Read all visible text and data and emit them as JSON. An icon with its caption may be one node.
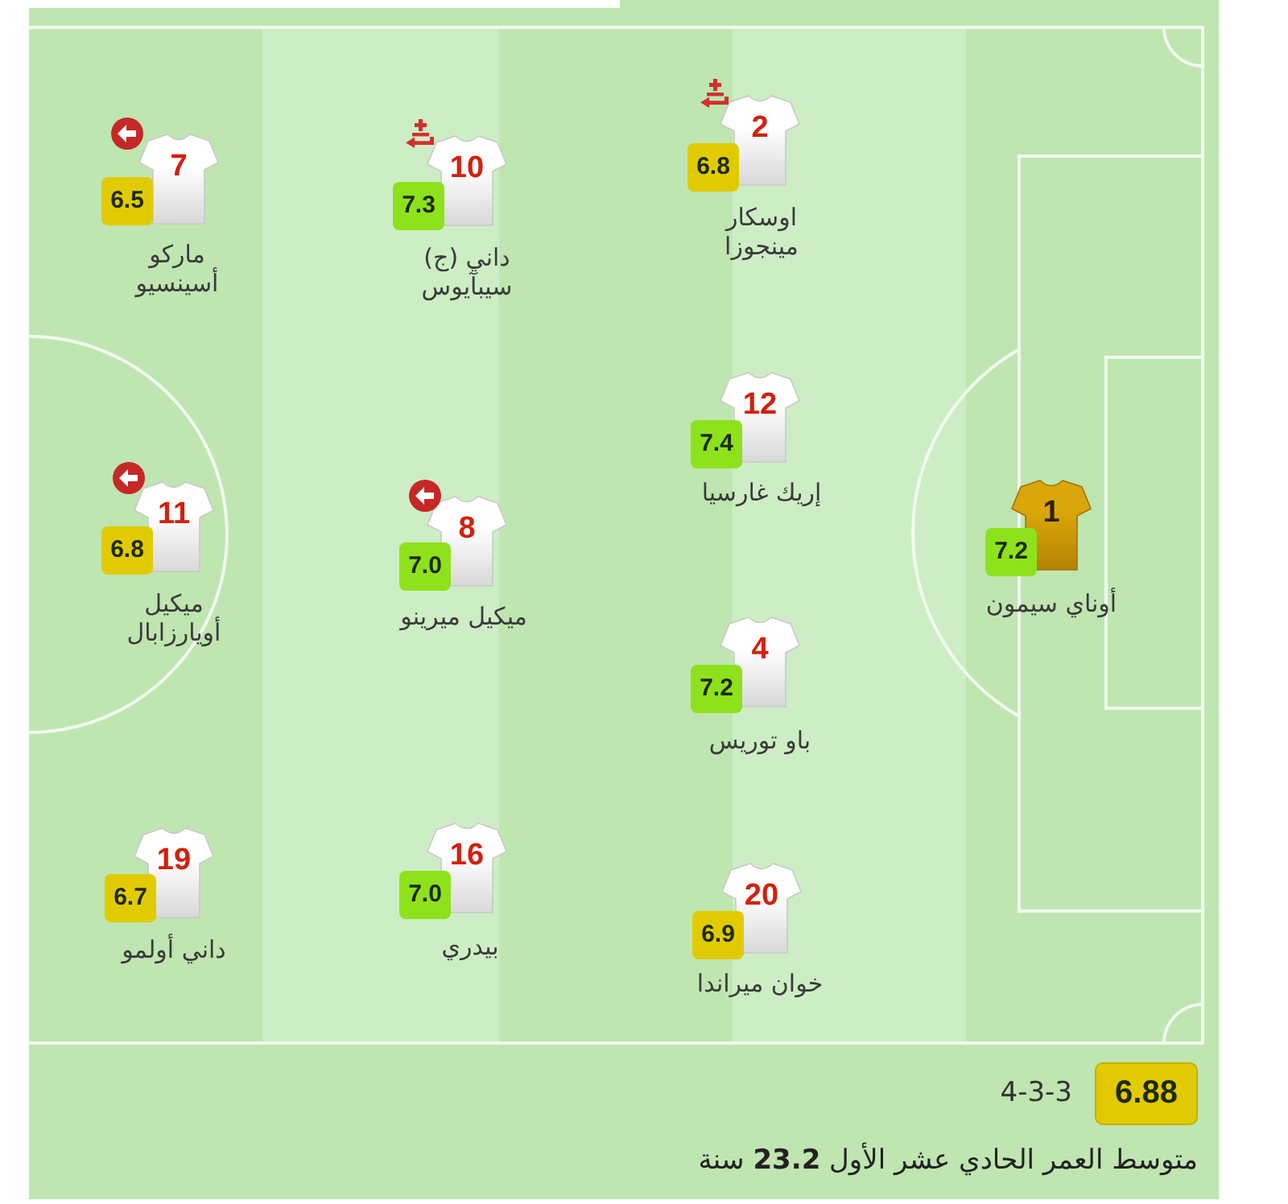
{
  "diagram": {
    "nodes": [
      {
        "text": [
          "1"
        ],
        "beside": [
          "أوناي سيمون"
        ]
      },
      {
        "text": [
          "7.2"
        ]
      },
      {
        "text": [
          "2"
        ],
        "beside": [
          "اوسكار مينجوزا"
        ]
      },
      {
        "text": [
          "6.8"
        ]
      },
      {
        "text": [
          "12"
        ],
        "beside": [
          "إريك غارسيا"
        ]
      },
      {
        "text": [
          "7.4"
        ]
      },
      {
        "text": [
          "4"
        ],
        "beside": [
          "باو توريس"
        ]
      },
      {
        "text": [
          "7.2"
        ]
      },
      {
        "text": [
          "20"
        ],
        "beside": [
          "خوان ميراندا"
        ]
      },
      {
        "text": [
          "6.9"
        ]
      },
      {
        "text": [
          "10"
        ],
        "beside": [
          "داني (ج) سيبآيوس"
        ]
      },
      {
        "text": [
          "7.3"
        ]
      },
      {
        "text": [
          "8"
        ],
        "beside": [
          "ميكيل ميرينو"
        ]
      },
      {
        "text": [
          "7.0"
        ]
      },
      {
        "text": [
          "16"
        ],
        "beside": [
          "بيدري"
        ]
      },
      {
        "text": [
          "7.0"
        ]
      },
      {
        "text": [
          "7"
        ],
        "beside": [
          "ماركو أسينسيو"
        ]
      },
      {
        "text": [
          "6.5"
        ]
      },
      {
        "text": [
          "11"
        ],
        "beside": [
          "ميكيل أويارزابال"
        ]
      },
      {
        "text": [
          "6.8"
        ]
      },
      {
        "text": [
          "19"
        ],
        "beside": [
          "داني أولمو"
        ]
      },
      {
        "text": [
          "6.7"
        ]
      },
      {
        "text": [
          "6.88"
        ]
      }
    ],
    "labels": [
      "4-3-3",
      "متوسط العمر الحادي عشر الأول **23.2** سنة"
    ]
  }
}
